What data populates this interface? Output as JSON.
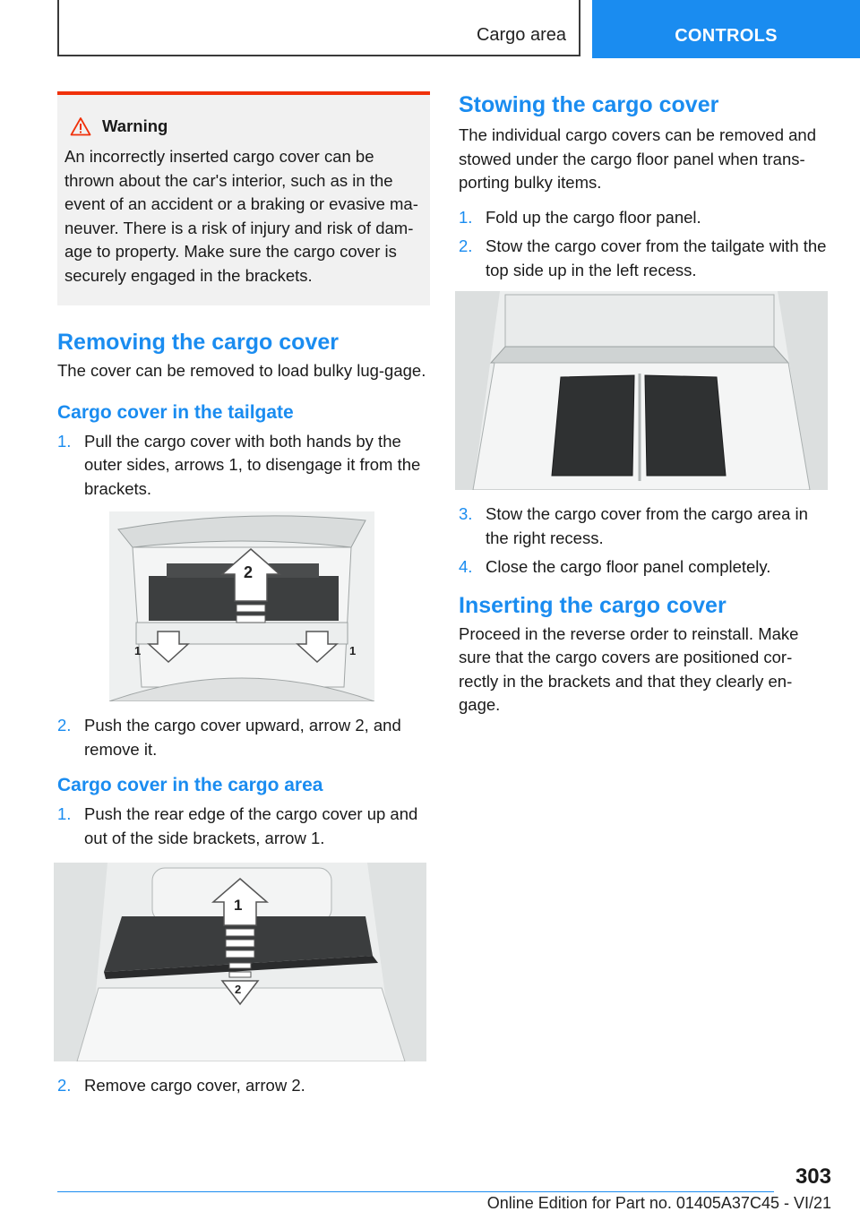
{
  "header": {
    "section": "Cargo area",
    "chapter": "CONTROLS"
  },
  "warning": {
    "title": "Warning",
    "text": "An incorrectly inserted cargo cover can be thrown about the car's interior, such as in the event of an accident or a braking or evasive ma-neuver. There is a risk of injury and risk of dam-age to property. Make sure the cargo cover is securely engaged in the brackets."
  },
  "removing": {
    "heading": "Removing the cargo cover",
    "intro": "The cover can be removed to load bulky lug-gage.",
    "tailgate": {
      "heading": "Cargo cover in the tailgate",
      "steps": [
        {
          "num": "1.",
          "text": "Pull the cargo cover with both hands by the outer sides, arrows 1, to disengage it from the brackets."
        },
        {
          "num": "2.",
          "text": "Push the cargo cover upward, arrow 2, and remove it."
        }
      ],
      "figure_labels": [
        "2",
        "1",
        "1"
      ]
    },
    "cargo_area": {
      "heading": "Cargo cover in the cargo area",
      "steps": [
        {
          "num": "1.",
          "text": "Push the rear edge of the cargo cover up and out of the side brackets, arrow 1."
        },
        {
          "num": "2.",
          "text": "Remove cargo cover, arrow 2."
        }
      ],
      "figure_labels": [
        "1",
        "2"
      ]
    }
  },
  "stowing": {
    "heading": "Stowing the cargo cover",
    "intro": "The individual cargo covers can be removed and stowed under the cargo floor panel when trans-porting bulky items.",
    "steps": [
      {
        "num": "1.",
        "text": "Fold up the cargo floor panel."
      },
      {
        "num": "2.",
        "text": "Stow the cargo cover from the tailgate with the top side up in the left recess."
      },
      {
        "num": "3.",
        "text": "Stow the cargo cover from the cargo area in the right recess."
      },
      {
        "num": "4.",
        "text": "Close the cargo floor panel completely."
      }
    ]
  },
  "inserting": {
    "heading": "Inserting the cargo cover",
    "text": "Proceed in the reverse order to reinstall. Make sure that the cargo covers are positioned cor-rectly in the brackets and that they clearly en-gage."
  },
  "footer": {
    "page_number": "303",
    "edition": "Online Edition for Part no. 01405A37C45 - VI/21"
  },
  "colors": {
    "accent": "#1a8cf0",
    "warning_bar": "#f0310a",
    "warning_bg": "#f1f1f1"
  }
}
